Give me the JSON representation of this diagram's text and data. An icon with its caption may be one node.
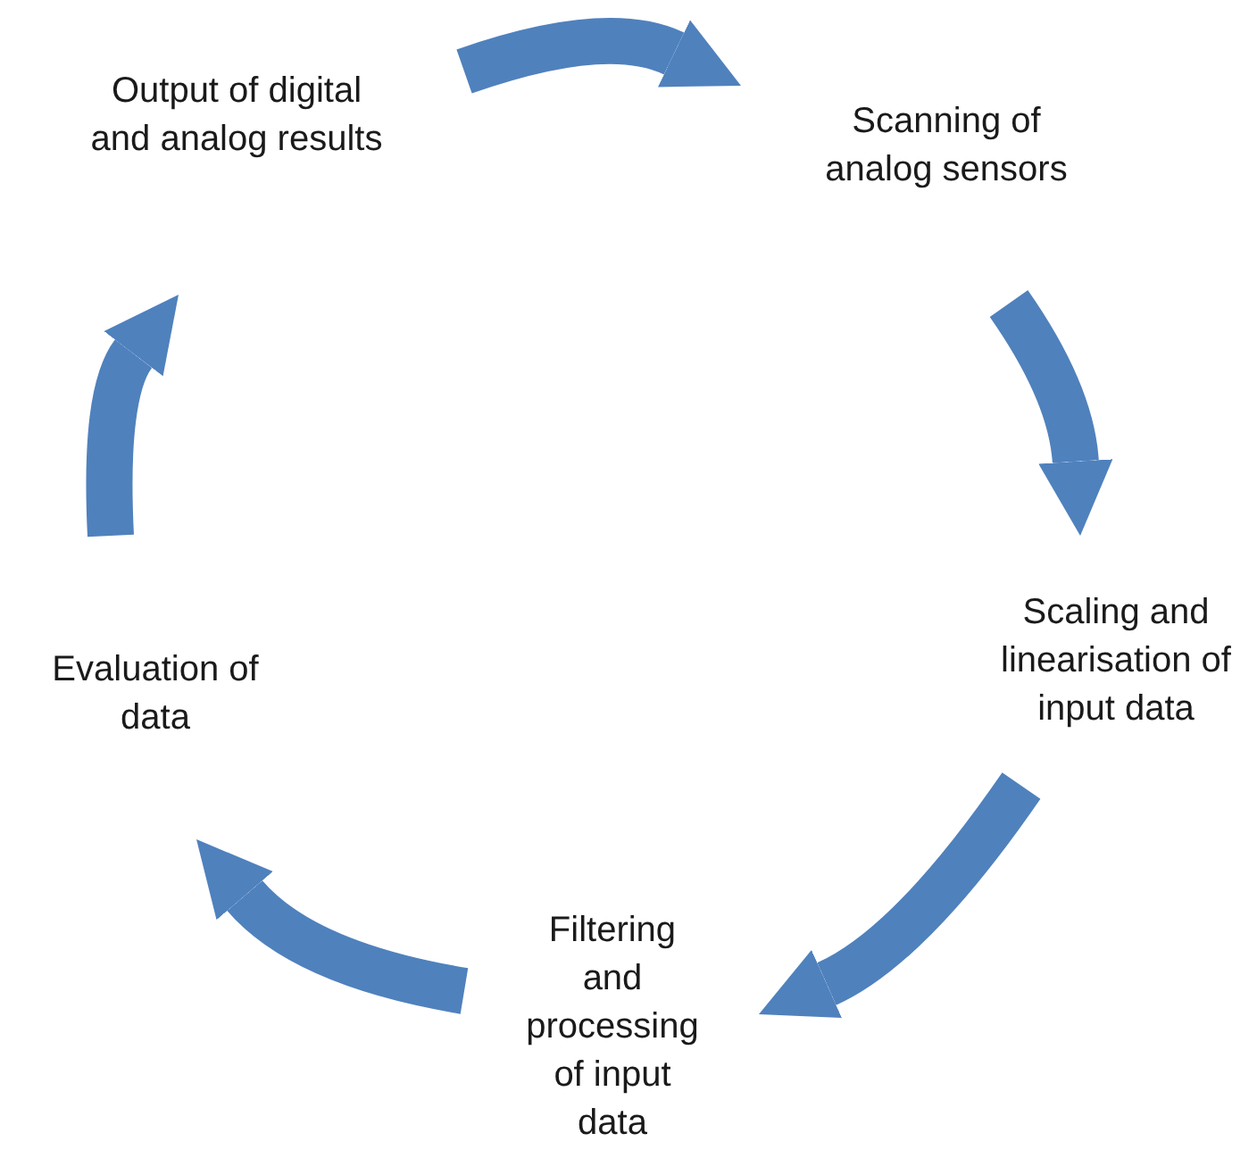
{
  "diagram": {
    "nodes": [
      {
        "text": [
          "Output of digital and analog results"
        ]
      },
      {
        "text": [
          "Scanning of analog sensors"
        ]
      },
      {
        "text": [
          "Scaling and linearisation of input data"
        ]
      },
      {
        "text": [
          "Filtering and processing of input data"
        ]
      },
      {
        "text": [
          "Evaluation of data"
        ]
      }
    ],
    "edges": [
      {
        "from": 0,
        "to": 1,
        "arrow": "to"
      },
      {
        "from": 1,
        "to": 2,
        "arrow": "to"
      },
      {
        "from": 2,
        "to": 3,
        "arrow": "to"
      },
      {
        "from": 3,
        "to": 4,
        "arrow": "to"
      },
      {
        "from": 4,
        "to": 0,
        "arrow": "to"
      }
    ]
  }
}
